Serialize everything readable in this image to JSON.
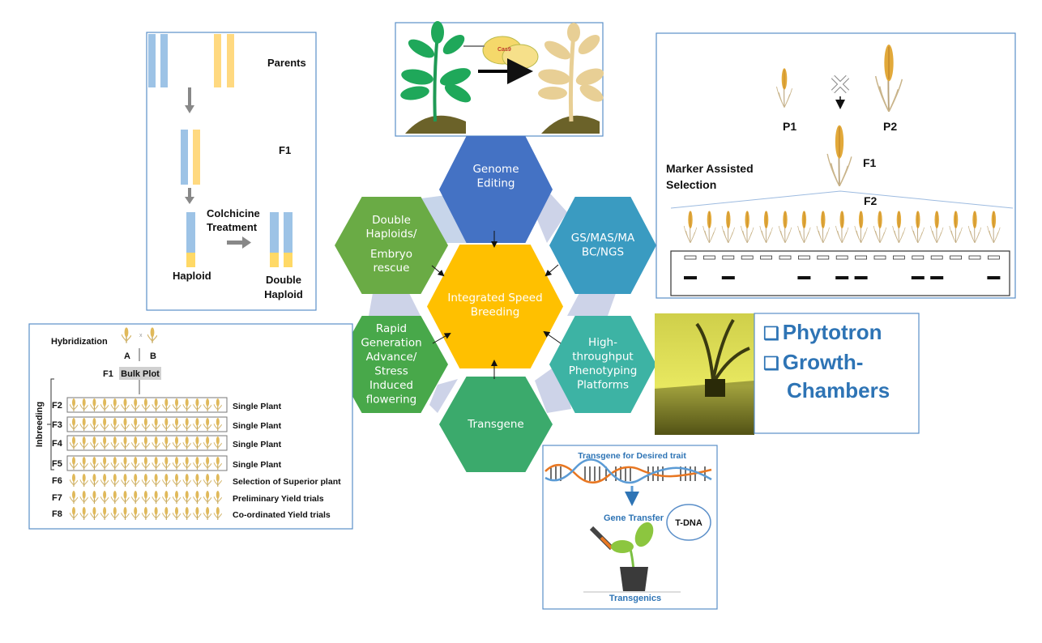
{
  "hexagons": {
    "center": {
      "label": [
        "Integrated Speed",
        "Breeding"
      ],
      "color": "#FFC000"
    },
    "genome_editing": {
      "label": [
        "Genome",
        "Editing"
      ],
      "color": "#4472C4"
    },
    "double_haploids": {
      "label": [
        "Double",
        "Haploids/",
        "Embryo",
        "rescue"
      ],
      "color": "#6AAB45"
    },
    "gs_mas": {
      "label": [
        "GS/MAS/MA",
        "BC/NGS"
      ],
      "color": "#3A9BC1"
    },
    "rapid_generation": {
      "label": [
        "Rapid",
        "Generation",
        "Advance/",
        "Stress",
        "Induced",
        "flowering"
      ],
      "color": "#48A84A"
    },
    "phenotyping": {
      "label": [
        "High-",
        "throughput",
        "Phenotyping",
        "Platforms"
      ],
      "color": "#3DB3A4"
    },
    "transgene": {
      "label": [
        "Transgene"
      ],
      "color": "#3BAA6C"
    }
  },
  "double_haploid_panel": {
    "parents": "Parents",
    "f1": "F1",
    "colchicine": [
      "Colchicine",
      "Treatment"
    ],
    "haploid": "Haploid",
    "double_haploid": [
      "Double",
      "Haploid"
    ]
  },
  "genome_editing_panel": {
    "cas9": "Cas9"
  },
  "mas_panel": {
    "p1": "P1",
    "p2": "P2",
    "f1": "F1",
    "f2": "F2",
    "title": [
      "Marker Assisted",
      "Selection"
    ],
    "gel_bands": [
      1,
      0,
      1,
      0,
      0,
      0,
      1,
      0,
      1,
      1,
      0,
      0,
      1,
      1,
      0,
      0,
      1
    ]
  },
  "phytotron_panel": {
    "items": [
      "Phytotron",
      "Growth-",
      "Chambers"
    ],
    "bullet": "❑"
  },
  "transgene_panel": {
    "title": "Transgene for Desired trait",
    "gene_transfer": "Gene Transfer",
    "tdna": "T-DNA",
    "transgenics": "Transgenics"
  },
  "pedigree_panel": {
    "hybridization": "Hybridization",
    "cross": "x",
    "parent_a": "A",
    "parent_b": "B",
    "f1": "F1",
    "bulk_plot": "Bulk Plot",
    "inbreeding": "Inbreeding",
    "rows": [
      {
        "gen": "F2",
        "desc": "Single Plant"
      },
      {
        "gen": "F3",
        "desc": "Single Plant"
      },
      {
        "gen": "F4",
        "desc": "Single Plant"
      },
      {
        "gen": "F5",
        "desc": "Single Plant"
      },
      {
        "gen": "F6",
        "desc": "Selection of Superior plant"
      },
      {
        "gen": "F7",
        "desc": "Preliminary Yield trials"
      },
      {
        "gen": "F8",
        "desc": "Co-ordinated Yield trials"
      }
    ]
  }
}
